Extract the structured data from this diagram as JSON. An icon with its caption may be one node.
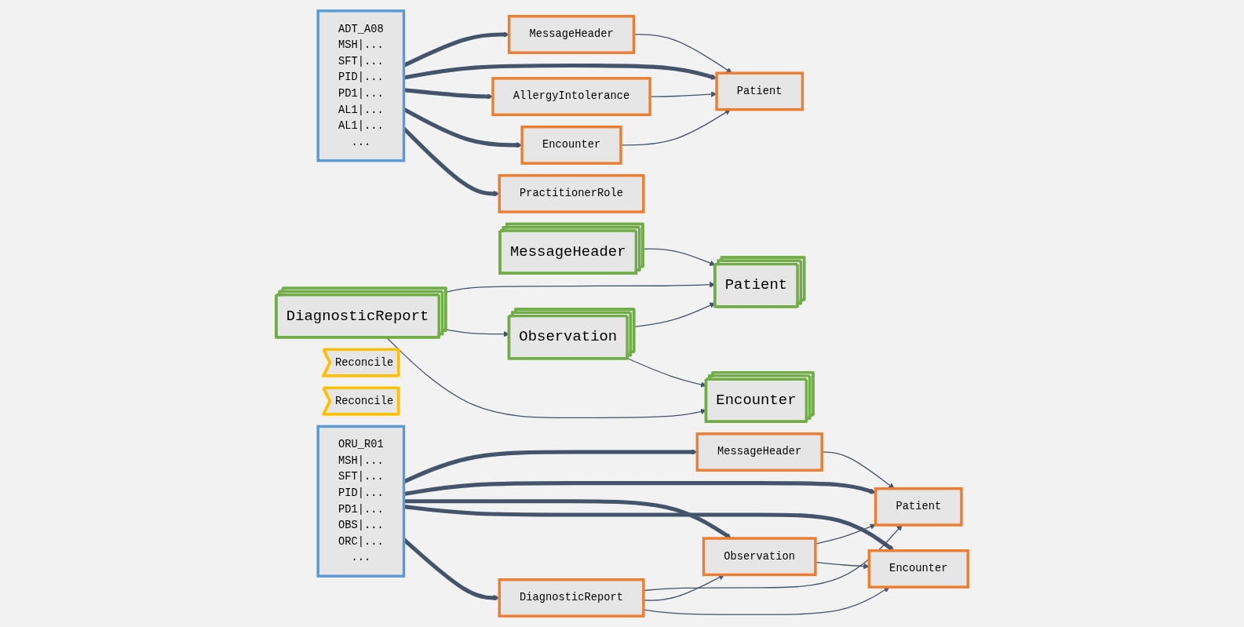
{
  "diagram": {
    "nodes": [
      {
        "text": [
          "ORU_R01",
          "MSH|...",
          "SFT|...",
          "PID|...",
          "PD1|...",
          "OBS|...",
          "ORC|...",
          "..."
        ]
      },
      {
        "text": [
          "MessageHeader"
        ]
      },
      {
        "text": [
          "Patient"
        ]
      },
      {
        "text": [
          "Observation"
        ]
      },
      {
        "text": [
          "Encounter"
        ]
      },
      {
        "text": [
          "DiagnosticReport"
        ]
      },
      {
        "text": [
          "ADT_A08",
          "MSH|...",
          "SFT|...",
          "PID|...",
          "PD1|...",
          "AL1|...",
          "AL1|...",
          "..."
        ]
      },
      {
        "text": [
          "MessageHeader"
        ]
      },
      {
        "text": [
          "Patient"
        ]
      },
      {
        "text": [
          "AllergyIntolerance"
        ]
      },
      {
        "text": [
          "Encounter"
        ]
      },
      {
        "text": [
          "PractitionerRole"
        ]
      },
      {
        "text": [
          "Reconcile"
        ]
      },
      {
        "text": [
          "Reconcile"
        ]
      },
      {
        "text": [
          "MessageHeader"
        ]
      },
      {
        "text": [
          "Patient"
        ]
      },
      {
        "text": [
          "Observation"
        ]
      },
      {
        "text": [
          "Encounter"
        ]
      },
      {
        "text": [
          "DiagnosticReport"
        ]
      }
    ],
    "edges": [
      {
        "from": 0,
        "to": 1,
        "arrow": "to",
        "style": "thick"
      },
      {
        "from": 0,
        "to": 2,
        "arrow": "to",
        "style": "thick"
      },
      {
        "from": 0,
        "to": 3,
        "arrow": "to",
        "style": "thick"
      },
      {
        "from": 0,
        "to": 4,
        "arrow": "to",
        "style": "thick"
      },
      {
        "from": 0,
        "to": 5,
        "arrow": "to",
        "style": "thick"
      },
      {
        "from": 1,
        "to": 2,
        "arrow": "to"
      },
      {
        "from": 3,
        "to": 2,
        "arrow": "to"
      },
      {
        "from": 3,
        "to": 4,
        "arrow": "to"
      },
      {
        "from": 5,
        "to": 2,
        "arrow": "to"
      },
      {
        "from": 5,
        "to": 3,
        "arrow": "to"
      },
      {
        "from": 5,
        "to": 4,
        "arrow": "to"
      },
      {
        "from": 6,
        "to": 7,
        "arrow": "to",
        "style": "thick"
      },
      {
        "from": 6,
        "to": 8,
        "arrow": "to",
        "style": "thick"
      },
      {
        "from": 6,
        "to": 9,
        "arrow": "to",
        "style": "thick"
      },
      {
        "from": 6,
        "to": 10,
        "arrow": "to",
        "style": "thick"
      },
      {
        "from": 6,
        "to": 11,
        "arrow": "to",
        "style": "thick"
      },
      {
        "from": 7,
        "to": 8,
        "arrow": "to"
      },
      {
        "from": 9,
        "to": 8,
        "arrow": "to"
      },
      {
        "from": 10,
        "to": 8,
        "arrow": "to"
      },
      {
        "from": 14,
        "to": 15,
        "arrow": "to"
      },
      {
        "from": 16,
        "to": 15,
        "arrow": "to"
      },
      {
        "from": 16,
        "to": 17,
        "arrow": "to"
      },
      {
        "from": 18,
        "to": 15,
        "arrow": "to"
      },
      {
        "from": 18,
        "to": 16,
        "arrow": "to"
      },
      {
        "from": 18,
        "to": 17,
        "arrow": "to"
      }
    ]
  }
}
